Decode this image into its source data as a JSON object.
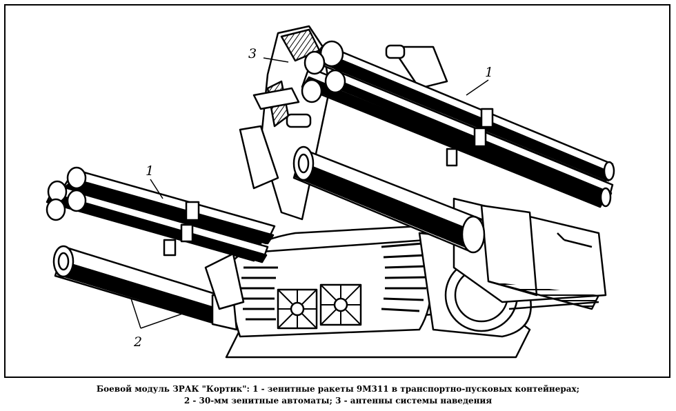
{
  "figure": {
    "callouts": {
      "missiles_right": "1",
      "missiles_left": "1",
      "guns": "2",
      "antenna": "3"
    },
    "caption": {
      "line1": "Боевой модуль ЗРАК \"Кортик\": 1 - зенитные ракеты 9М311 в транспортно-пусковых контейнерах;",
      "line2": "2 - 30-мм зенитные автоматы; 3 - антенны системы наведения"
    }
  }
}
